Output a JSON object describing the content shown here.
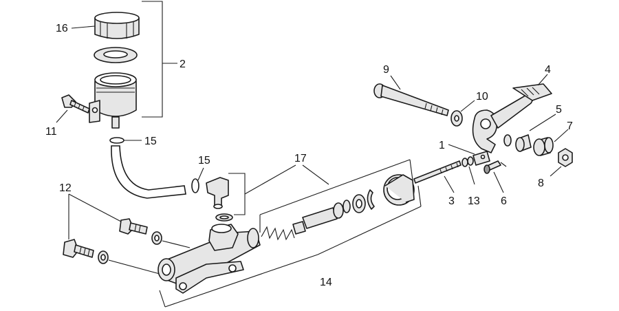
{
  "callouts": {
    "c1": "1",
    "c2": "2",
    "c3": "3",
    "c4": "4",
    "c5": "5",
    "c6": "6",
    "c7": "7",
    "c8": "8",
    "c9": "9",
    "c10": "10",
    "c11": "11",
    "c12": "12",
    "c13": "13",
    "c14": "14",
    "c15a": "15",
    "c15b": "15",
    "c16": "16",
    "c17": "17"
  }
}
